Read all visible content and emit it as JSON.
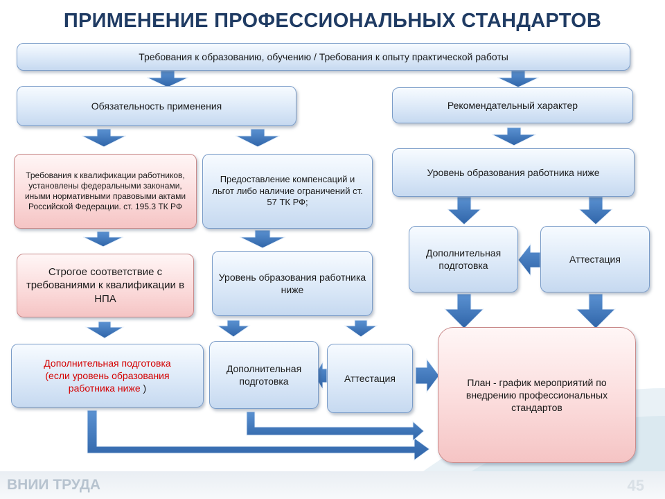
{
  "title": "ПРИМЕНЕНИЕ ПРОФЕССИОНАЛЬНЫХ СТАНДАРТОВ",
  "boxes": {
    "requirements": "Требования к образованию, обучению / Требования к опыту практической работы",
    "mandatory": "Обязательность применения",
    "recommended": "Рекомендательный характер",
    "qualification_requirements": "Требования к квалификации работников, установлены федеральными законами, иными нормативными правовыми актами Российской Федерации. ст. 195.3 ТК РФ",
    "compensation": "Предоставление компенсаций и льгот либо наличие ограничений ст. 57 ТК РФ;",
    "education_lower_right": "Уровень образования работника ниже",
    "strict_compliance": "Строгое соответствие с требованиями к квалификации в НПА",
    "education_lower_mid": "Уровень образования работника ниже",
    "additional_training_right": "Дополнительная подготовка",
    "attestation_right": "Аттестация",
    "additional_training_red_line1": "Дополнительная подготовка",
    "additional_training_red_line2": "(если уровень образования",
    "additional_training_red_line3": "работника ниже",
    "additional_training_red_suffix": " )",
    "additional_training_mid": "Дополнительная подготовка",
    "attestation_mid": "Аттестация",
    "plan": "План - график мероприятий по внедрению профессиональных стандартов"
  },
  "footer": {
    "org": "ВНИИ ТРУДА",
    "page": "45"
  },
  "colors": {
    "title": "#1f3b63",
    "arrow": "#3a73b8",
    "red_text": "#d40000"
  }
}
